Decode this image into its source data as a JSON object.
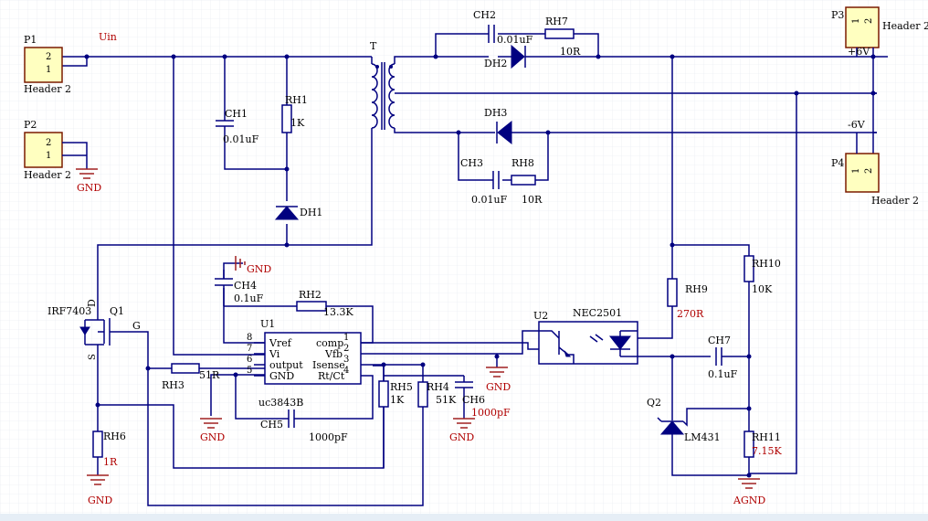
{
  "connectors": {
    "p1": {
      "designator": "P1",
      "name": "Header 2",
      "pins": [
        "2",
        "1"
      ]
    },
    "p2": {
      "designator": "P2",
      "name": "Header 2",
      "pins": [
        "2",
        "1"
      ]
    },
    "p3": {
      "designator": "P3",
      "name": "Header 2",
      "pins": [
        "1",
        "2"
      ]
    },
    "p4": {
      "designator": "P4",
      "name": "Header 2",
      "pins": [
        "1",
        "2"
      ]
    }
  },
  "nets": {
    "uin": "Uin",
    "pos6": "+6V",
    "neg6": "-6V",
    "gnd_p2": "GND",
    "gnd_ch4": "GND",
    "gnd_u1": "GND",
    "gnd_ch6": "GND",
    "gnd_u2": "GND",
    "gnd_rh6": "GND",
    "agnd": "AGND",
    "g": "G",
    "d": "D",
    "s": "S"
  },
  "transformer": {
    "designator": "T"
  },
  "components": {
    "ch1": {
      "des": "CH1",
      "val": "0.01uF"
    },
    "rh1": {
      "des": "RH1",
      "val": "1K"
    },
    "dh1": {
      "des": "DH1"
    },
    "ch2": {
      "des": "CH2",
      "val": "0.01uF"
    },
    "rh7": {
      "des": "RH7",
      "val": "10R"
    },
    "dh2": {
      "des": "DH2"
    },
    "dh3": {
      "des": "DH3"
    },
    "ch3": {
      "des": "CH3",
      "val": "0.01uF"
    },
    "rh8": {
      "des": "RH8",
      "val": "10R"
    },
    "q1": {
      "des": "Q1",
      "part": "IRF7403"
    },
    "ch4": {
      "des": "CH4",
      "val": "0.1uF"
    },
    "rh2": {
      "des": "RH2",
      "val": "13.3K"
    },
    "rh3": {
      "des": "RH3",
      "val": "51R"
    },
    "ch5": {
      "des": "CH5",
      "val": "1000pF"
    },
    "rh5": {
      "des": "RH5",
      "val": "1K"
    },
    "rh4": {
      "des": "RH4",
      "val": "51K"
    },
    "ch6": {
      "des": "CH6",
      "val": "1000pF"
    },
    "rh6": {
      "des": "RH6",
      "val": "1R"
    },
    "u2": {
      "des": "U2",
      "part": "NEC2501"
    },
    "rh9": {
      "des": "RH9",
      "val": "270R"
    },
    "rh10": {
      "des": "RH10",
      "val": "10K"
    },
    "ch7": {
      "des": "CH7",
      "val": "0.1uF"
    },
    "q2": {
      "des": "Q2",
      "part": "LM431"
    },
    "rh11": {
      "des": "RH11",
      "val": "7.15K"
    }
  },
  "u1": {
    "des": "U1",
    "part": "uc3843B",
    "left_pins": [
      {
        "num": "8",
        "name": "Vref"
      },
      {
        "num": "7",
        "name": "Vi"
      },
      {
        "num": "6",
        "name": "output"
      },
      {
        "num": "5",
        "name": "GND"
      }
    ],
    "right_pins": [
      {
        "num": "1",
        "name": "comp"
      },
      {
        "num": "2",
        "name": "Vfb"
      },
      {
        "num": "3",
        "name": "Isense"
      },
      {
        "num": "4",
        "name": "Rt/Ct"
      }
    ]
  },
  "colors": {
    "wire": "#000080",
    "header_fill": "#ffffc0",
    "net_red": "#b00000"
  }
}
